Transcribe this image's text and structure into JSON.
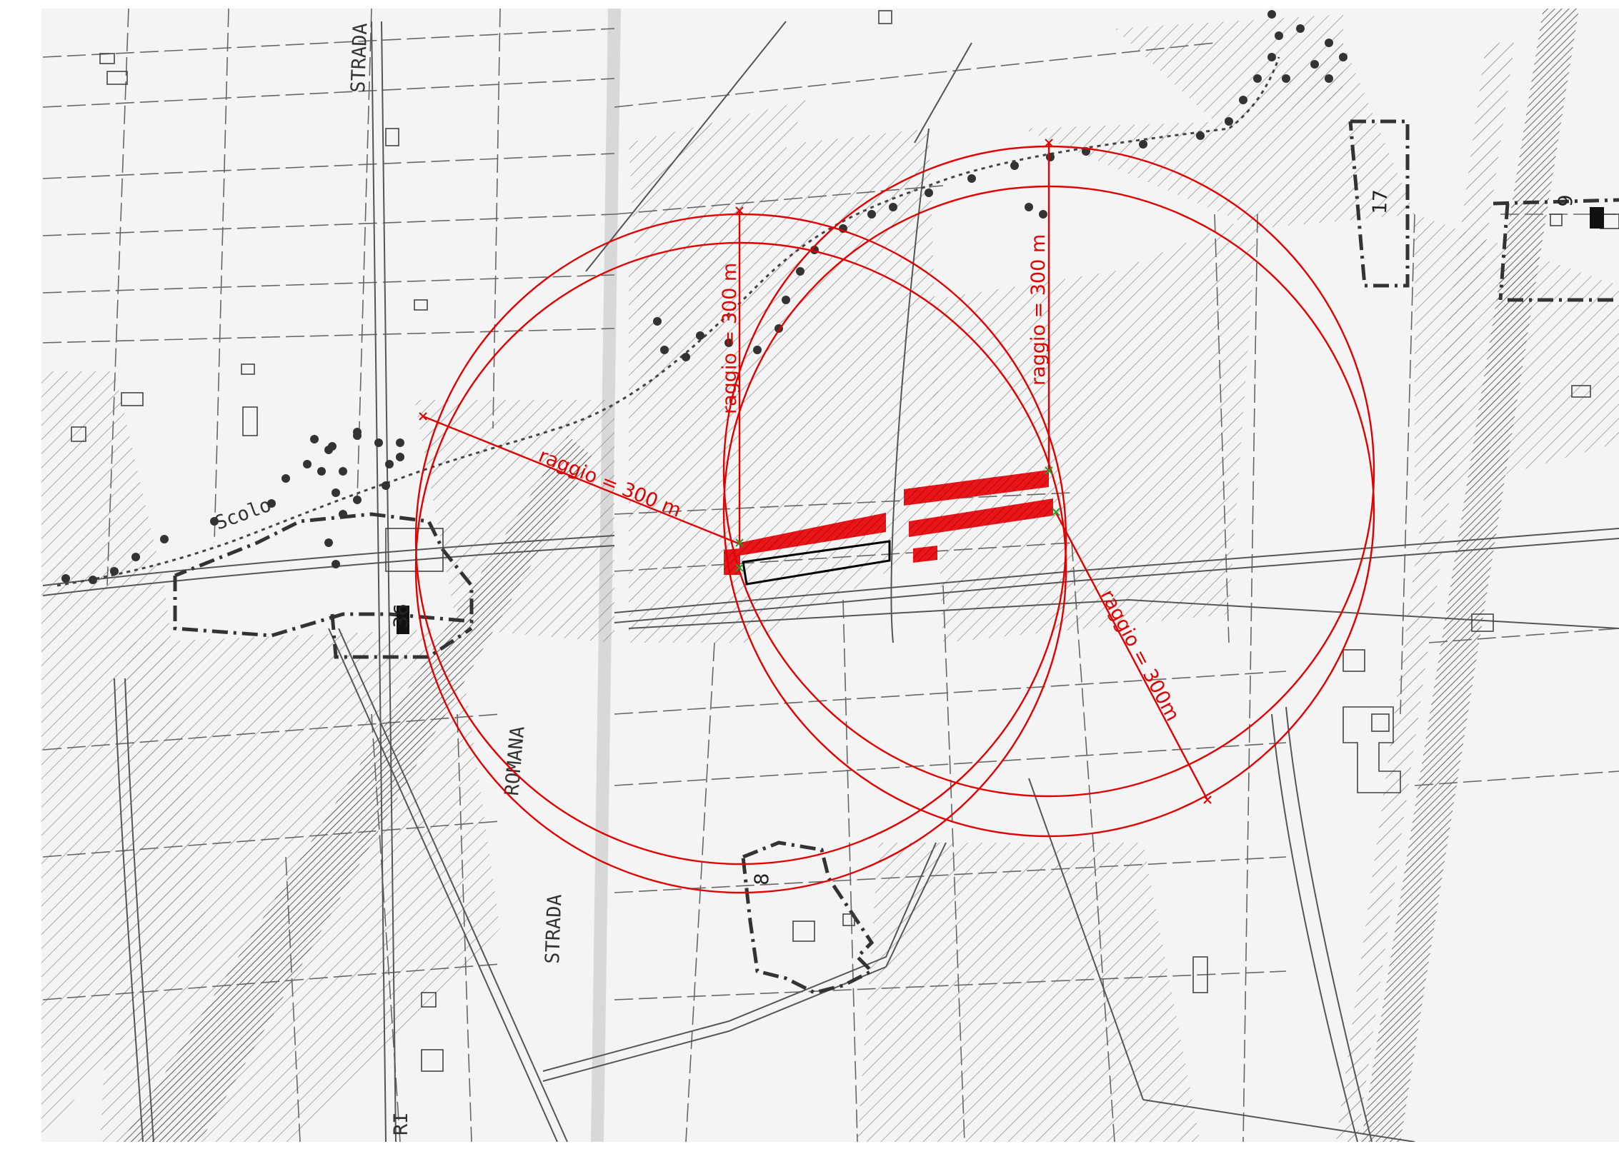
{
  "map": {
    "labels": {
      "strada_top": "STRADA",
      "scolo": "Scolo",
      "romana": "ROMANA",
      "strada_bottom": "STRADA",
      "ri": "RI"
    },
    "parcels": {
      "p36": "36",
      "p17": "17",
      "p9": "9",
      "p8": "8"
    },
    "radius_labels": {
      "left": "raggio  =  300  m",
      "top_center": "raggio = 300  m",
      "top_right": "raggio  =  300  m",
      "bottom_right": "raggio  =  300m"
    },
    "colors": {
      "buffer": "#e00000",
      "building_fill": "#e8161b",
      "linework": "#555555",
      "tree": "#333333",
      "marker": "#2a9a2a"
    }
  }
}
